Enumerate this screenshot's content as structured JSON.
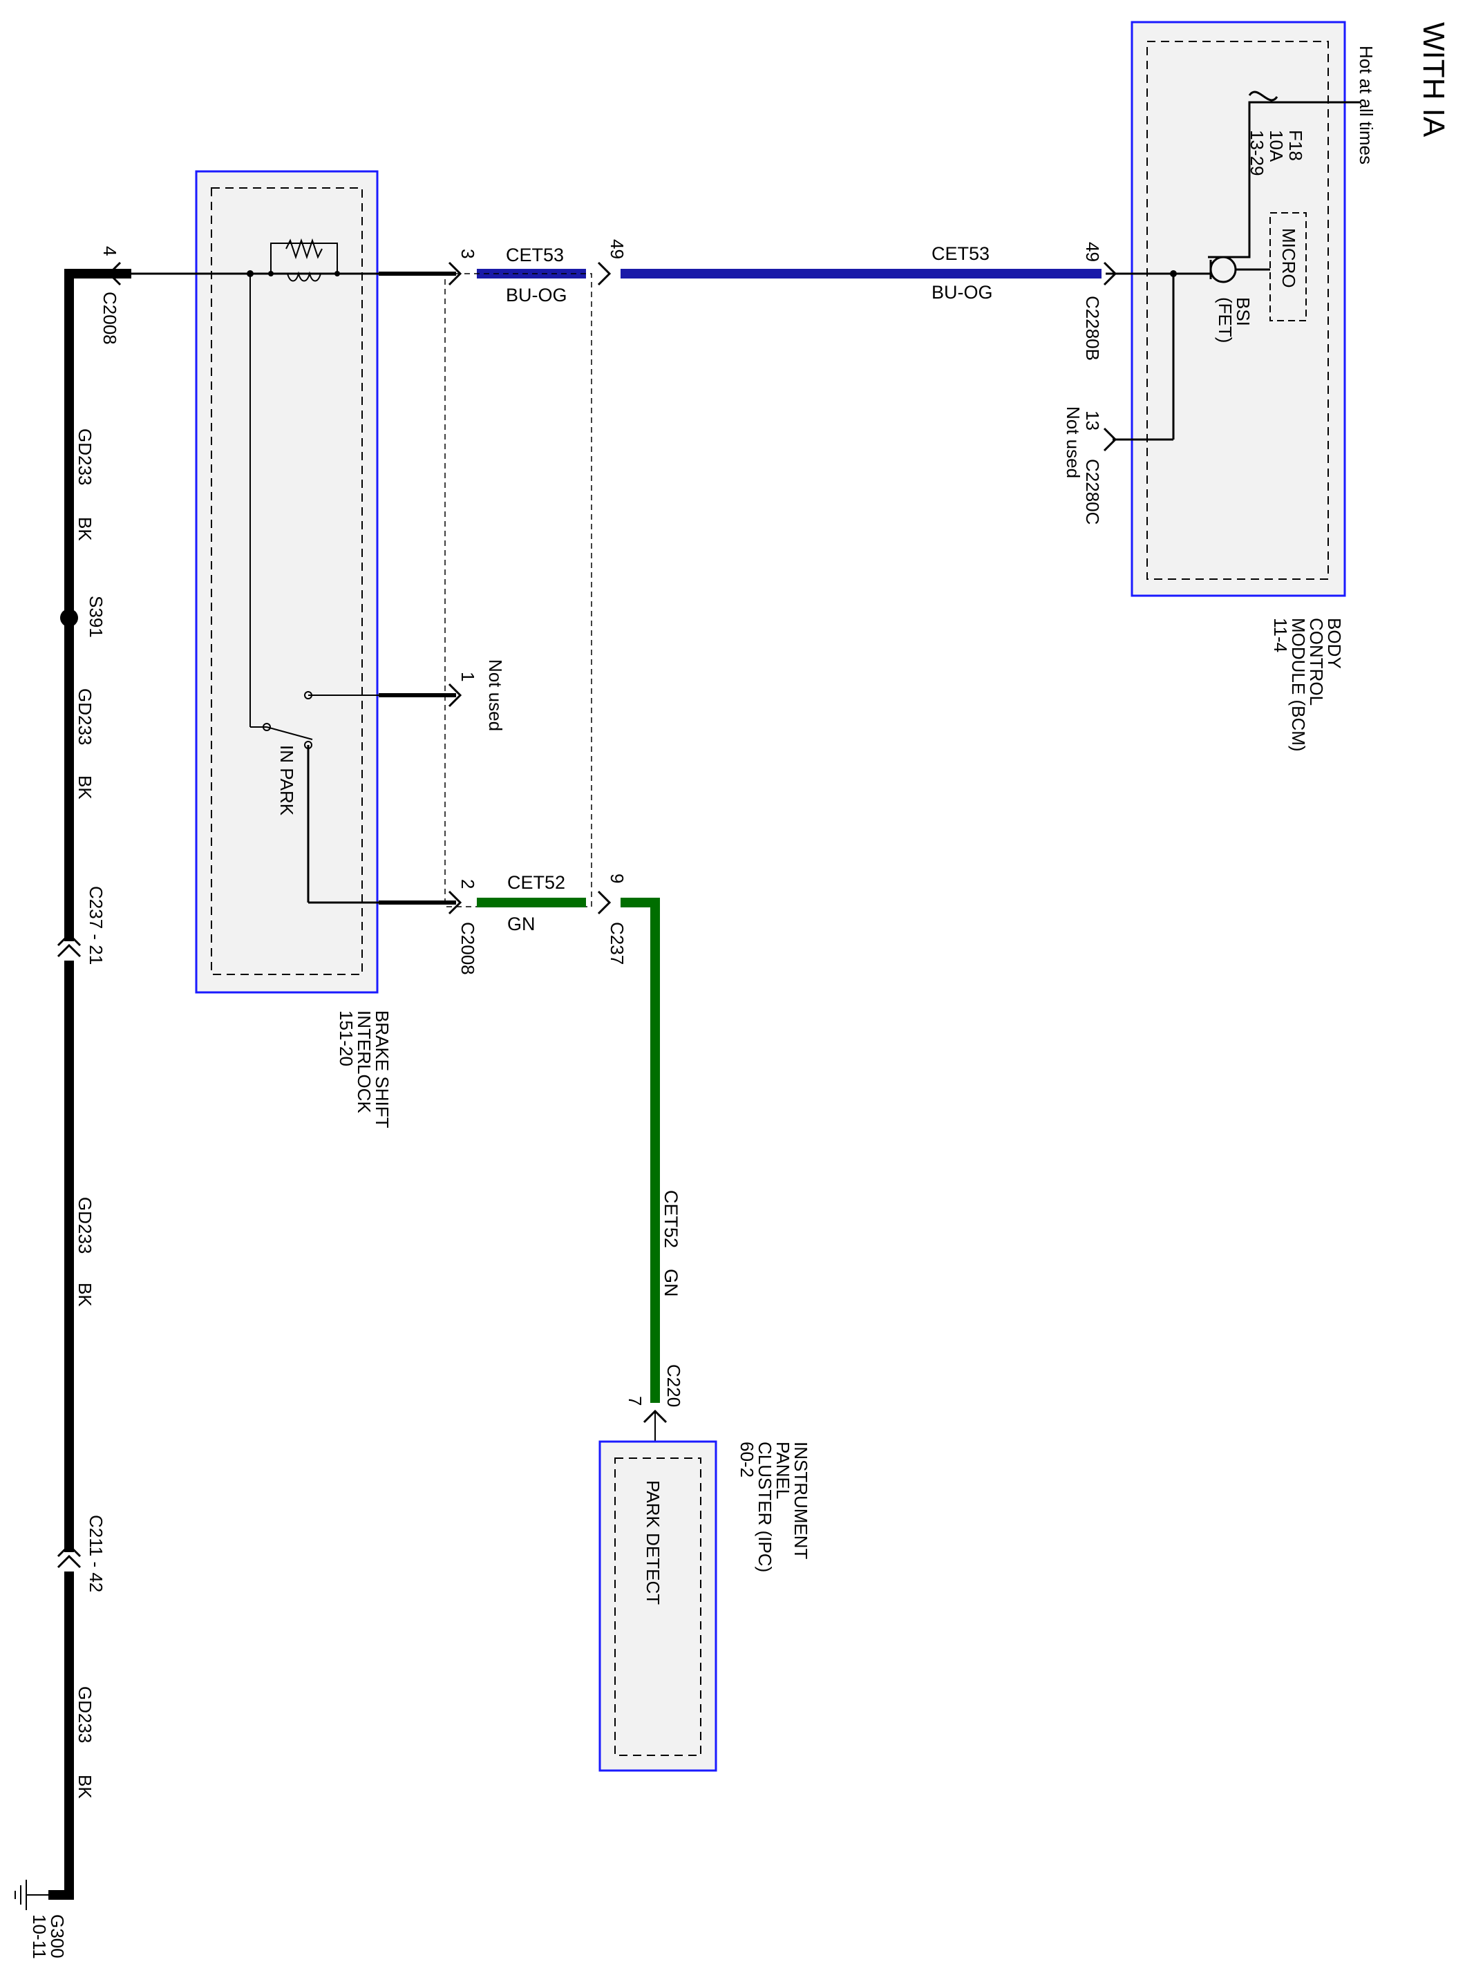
{
  "title": "WITH IA",
  "bcm": {
    "hot_label": "Hot at all times",
    "fuse_name": "F18",
    "fuse_rating": "10A",
    "fuse_ref": "13-29",
    "micro_label": "MICRO",
    "bsi_label": "BSI",
    "fet_label": "(FET)",
    "name_lines": [
      "BODY",
      "CONTROL",
      "MODULE (BCM)",
      "11-4"
    ],
    "pin_49": "49",
    "conn_b": "C2280B",
    "pin_13": "13",
    "conn_c": "C2280C",
    "not_used": "Not used"
  },
  "wire_cet53": {
    "circuit": "CET53",
    "color": "BU-OG",
    "hex": "#1a1aa8",
    "pin_near": "49",
    "pin_bsi": "3"
  },
  "wire_cet52": {
    "circuit": "CET52",
    "color": "GN",
    "hex": "#006e00",
    "pin_c237": "9",
    "conn_c237": "C237",
    "pin_bsi": "2",
    "conn_bsi": "C2008",
    "vertical_label_circuit": "CET52",
    "vertical_label_color": "GN",
    "conn_ipc": "C220",
    "pin_ipc": "7"
  },
  "bsi_module": {
    "name_lines": [
      "BRAKE SHIFT",
      "INTERLOCK",
      "151-20"
    ],
    "switch_label": "IN PARK",
    "pin_1": "1",
    "not_used": "Not used",
    "pin_4": "4",
    "conn_c2008": "C2008"
  },
  "ipc_module": {
    "name_lines": [
      "INSTRUMENT",
      "PANEL",
      "CLUSTER (IPC)",
      "60-2"
    ],
    "function_label": "PARK DETECT"
  },
  "ground": {
    "circuit": "GD233",
    "color": "BK",
    "hex": "#000000",
    "splice": "S391",
    "c237_label": "C237 - 21",
    "c211_label": "C211 - 42",
    "ground_name": "G300",
    "ground_ref": "10-11"
  },
  "colors": {
    "module_border": "#1a1aff",
    "module_fill": "#f2f2f2"
  }
}
